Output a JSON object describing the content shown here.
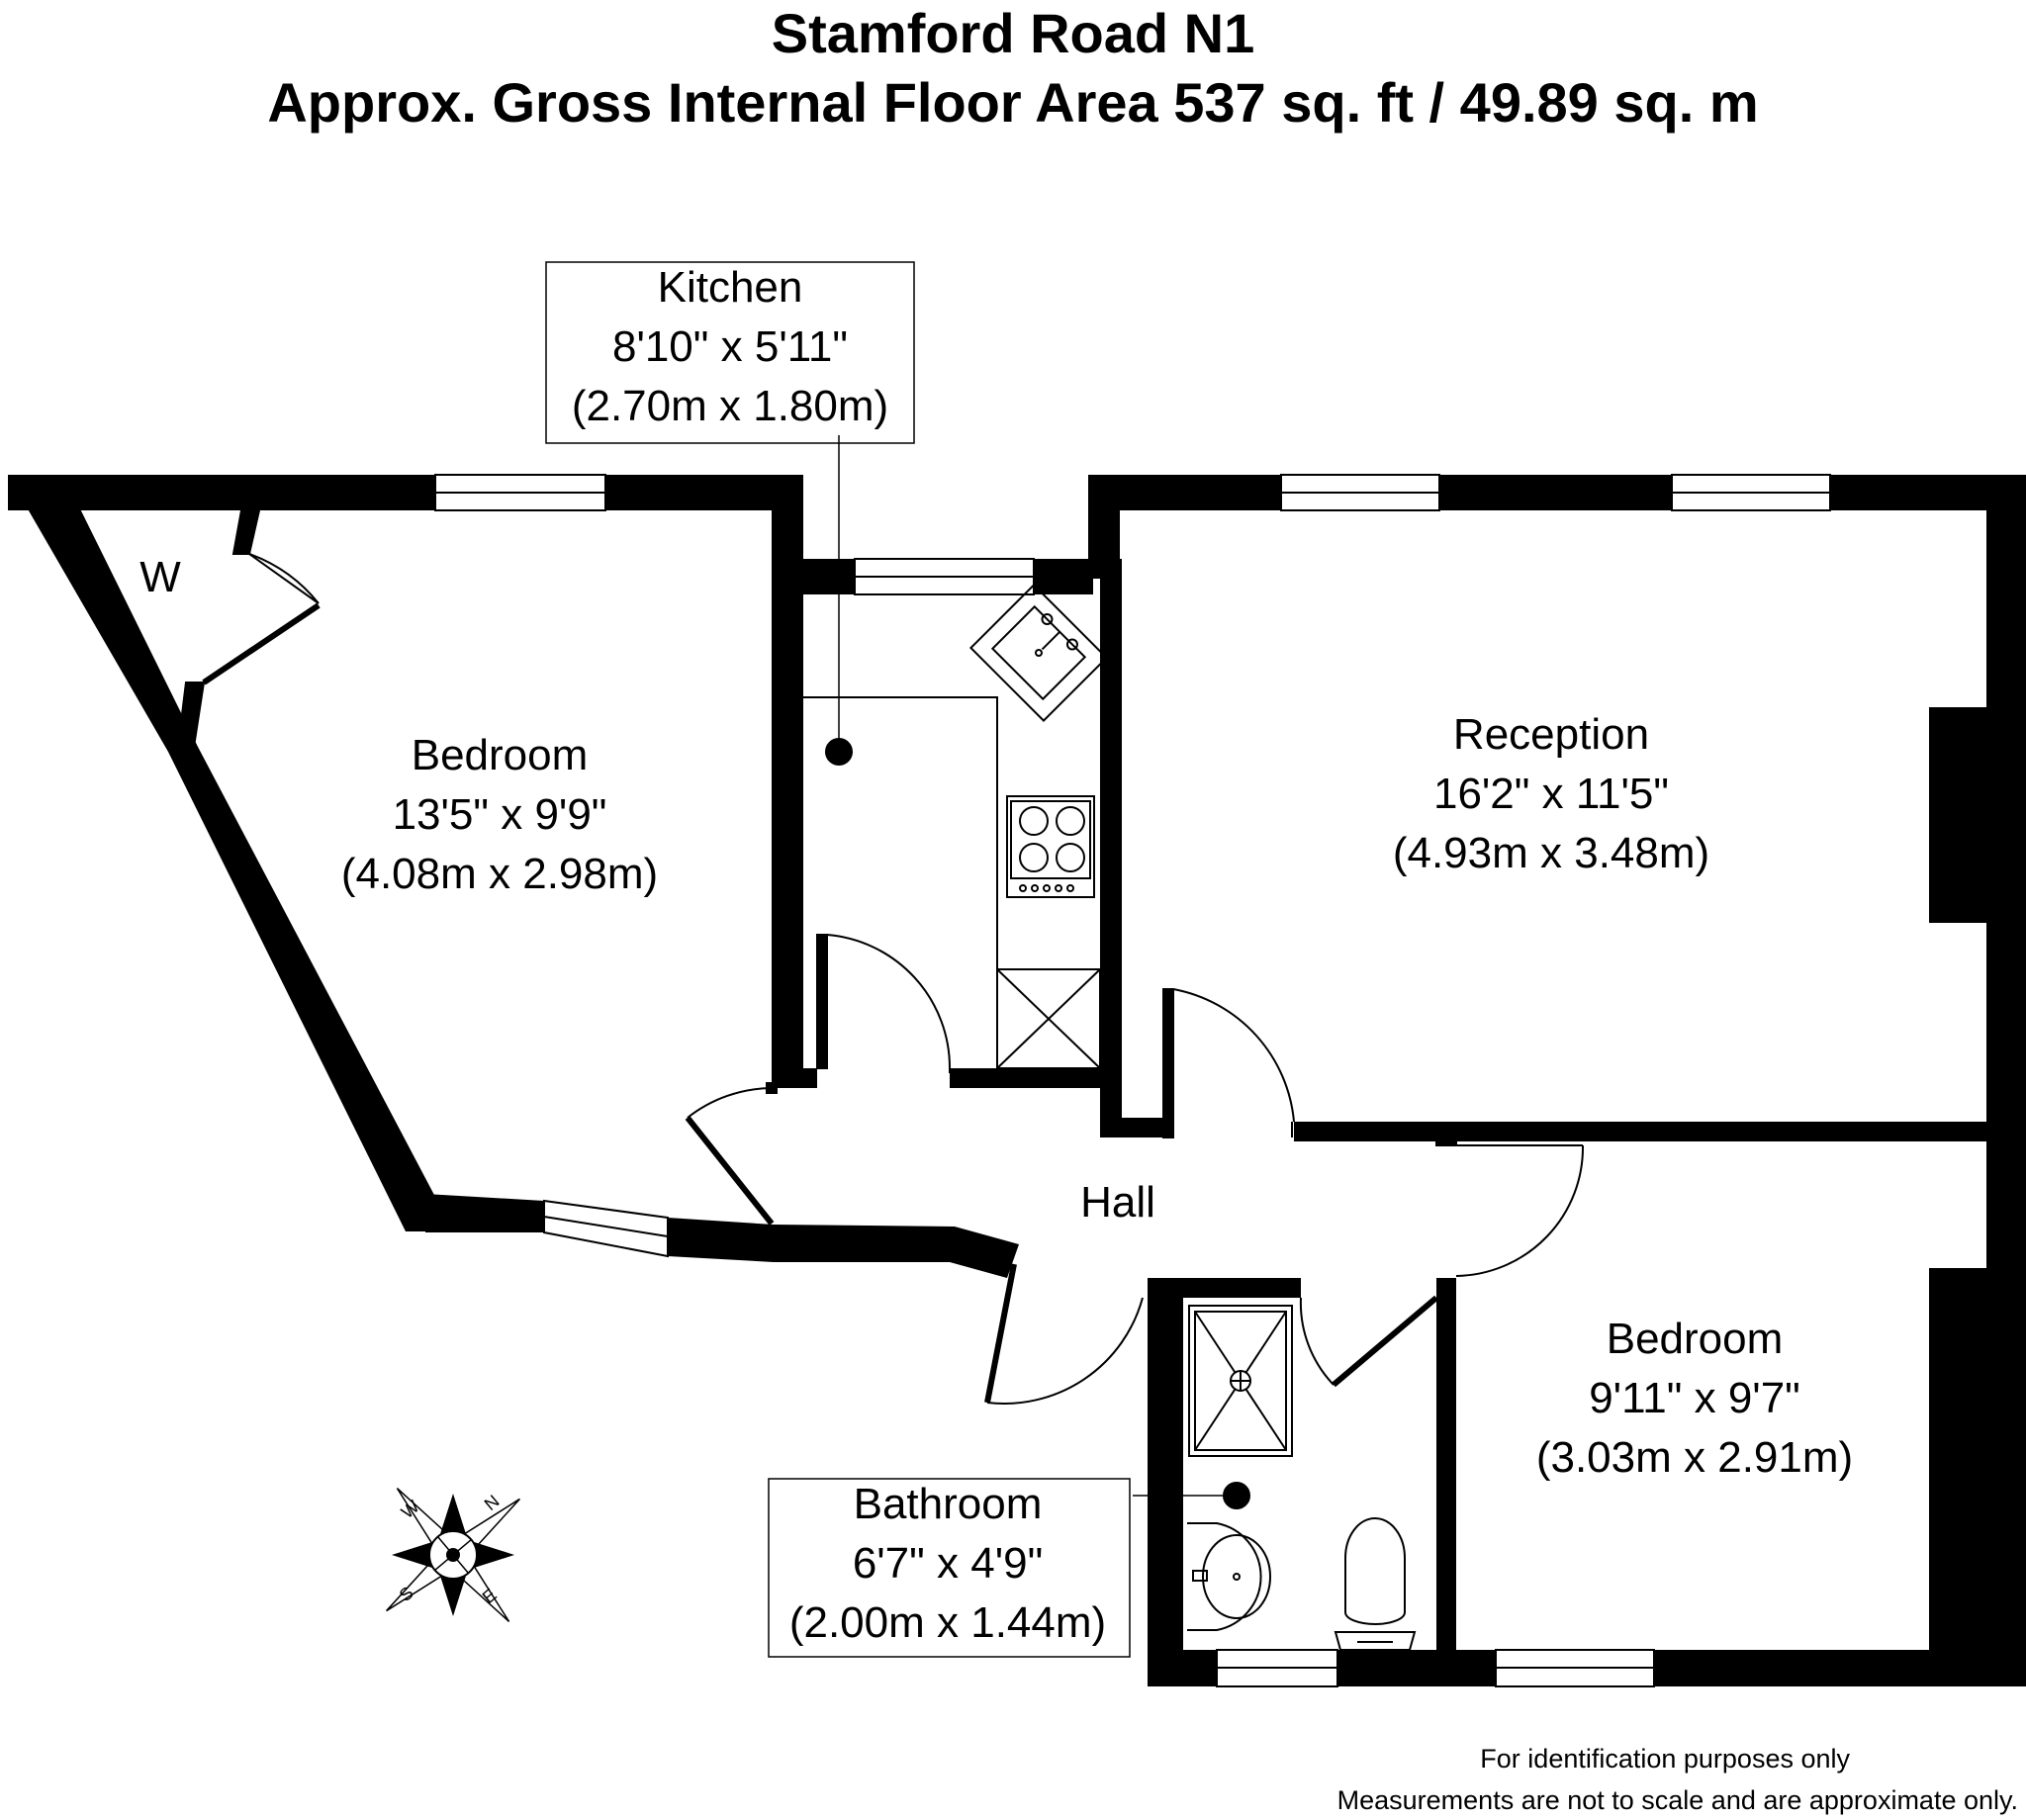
{
  "header": {
    "title": "Stamford Road N1",
    "subtitle": "Approx. Gross Internal Floor Area 537 sq. ft / 49.89 sq. m"
  },
  "rooms": {
    "kitchen": {
      "name": "Kitchen",
      "imperial": "8'10\" x 5'11\"",
      "metric": "(2.70m x 1.80m)"
    },
    "bedroom1": {
      "name": "Bedroom",
      "imperial": "13'5\" x 9'9\"",
      "metric": "(4.08m x 2.98m)"
    },
    "reception": {
      "name": "Reception",
      "imperial": "16'2\" x 11'5\"",
      "metric": "(4.93m x 3.48m)"
    },
    "hall": {
      "name": "Hall"
    },
    "bedroom2": {
      "name": "Bedroom",
      "imperial": "9'11\" x 9'7\"",
      "metric": "(3.03m x 2.91m)"
    },
    "bathroom": {
      "name": "Bathroom",
      "imperial": "6'7\" x 4'9\"",
      "metric": "(2.00m x 1.44m)"
    },
    "wardrobe": {
      "name": "W"
    }
  },
  "compass": {
    "n": "N",
    "e": "E",
    "s": "S",
    "w": "W"
  },
  "footnote": {
    "line1": "For identification purposes only",
    "line2": "Measurements are not to scale and are approximate only."
  },
  "colors": {
    "wall": "#000000",
    "background": "#ffffff",
    "line": "#000000"
  }
}
